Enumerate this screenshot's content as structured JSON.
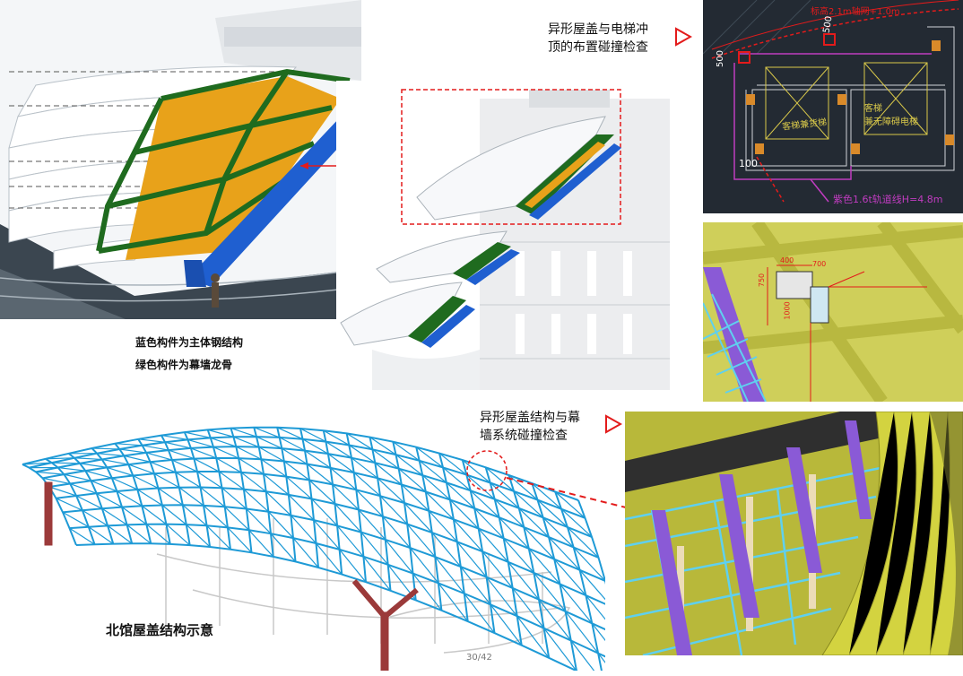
{
  "legend": {
    "blue_line": "蓝色构件为主体钢结构",
    "green_line": "绿色构件为幕墙龙骨"
  },
  "annotations": {
    "elevator_check_line1": "异形屋盖与电梯冲",
    "elevator_check_line2": "顶的布置碰撞检查",
    "curtain_check_line1": "异形屋盖结构与幕",
    "curtain_check_line2": "墙系统碰撞检查"
  },
  "cad": {
    "room_left": "客梯兼货梯",
    "room_right": "客梯\n兼无障碍电梯",
    "top_text": "标高2.1m轴网+1.0m",
    "bottom_text": "紫色1.6t轨道线H=4.8m",
    "dim_500": "500",
    "dim_100": "100",
    "dim_500b": "500"
  },
  "detail_dims": {
    "d400": "400",
    "d700": "700",
    "d750": "750",
    "d1000": "1000"
  },
  "north_hall_title": "北馆屋盖结构示意",
  "page_number": "30/42",
  "colors": {
    "steel_blue": "#1f5fd0",
    "curtain_green": "#1f6b1f",
    "orange_panel": "#e8a21a",
    "truss_cyan": "#1e9ad6",
    "red_marker": "#e31b1b",
    "cad_bg": "#232a33",
    "yellow_surface": "#c9c93a",
    "purple_member": "#8a5ad6",
    "column_red": "#9b3a3a"
  }
}
